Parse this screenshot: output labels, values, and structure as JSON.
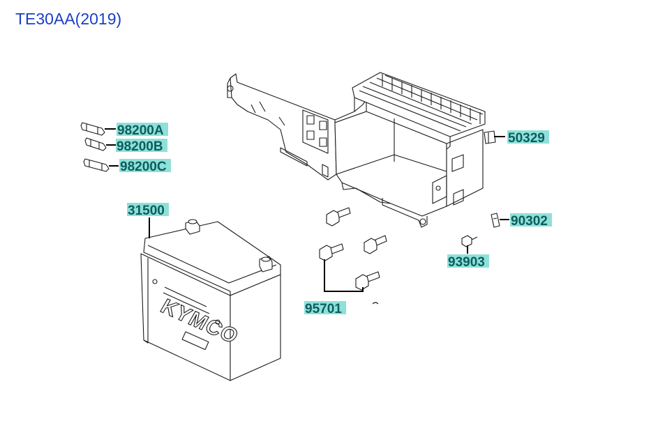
{
  "title": "TE30AA(2019)",
  "colors": {
    "title": "#1a3fc4",
    "label_text": "#0b5e5e",
    "label_highlight": "#8fe0d8"
  },
  "battery": {
    "brand": "KYMCO"
  },
  "parts": [
    {
      "id": "98200A",
      "label": "98200A"
    },
    {
      "id": "98200B",
      "label": "98200B"
    },
    {
      "id": "98200C",
      "label": "98200C"
    },
    {
      "id": "31500",
      "label": "31500"
    },
    {
      "id": "50329",
      "label": "50329"
    },
    {
      "id": "90302",
      "label": "90302"
    },
    {
      "id": "93903",
      "label": "93903"
    },
    {
      "id": "95701",
      "label": "95701"
    }
  ]
}
